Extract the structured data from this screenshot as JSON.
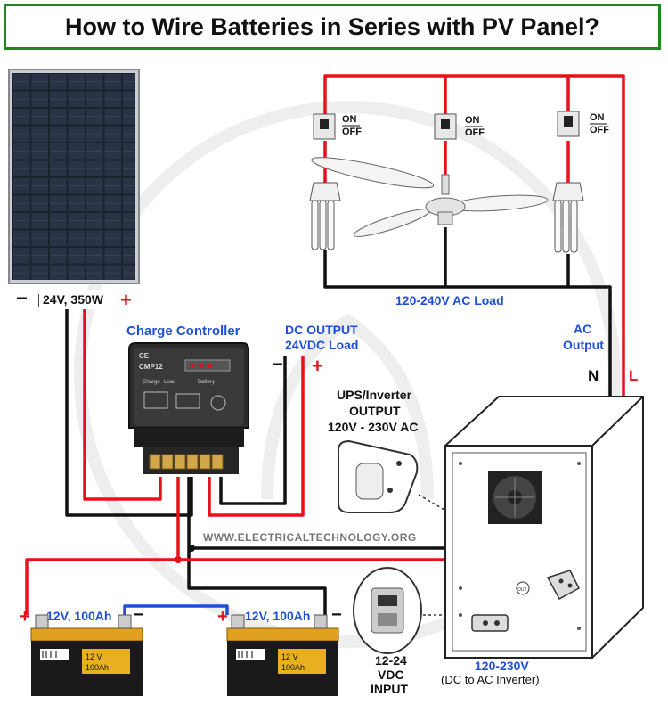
{
  "title": "How to Wire Batteries in Series with PV Panel?",
  "panel": {
    "rating": "24V, 350W",
    "minus": "−",
    "plus": "+"
  },
  "charge_controller": {
    "label": "Charge Controller",
    "model": "CMP12",
    "ce": "CE",
    "led_charge": "Charge",
    "led_load": "Load",
    "led_battery": "Battery"
  },
  "dc_output": {
    "line1": "DC OUTPUT",
    "line2": "24VDC Load",
    "minus": "−",
    "plus": "+"
  },
  "switches": [
    {
      "on": "ON",
      "off": "OFF"
    },
    {
      "on": "ON",
      "off": "OFF"
    },
    {
      "on": "ON",
      "off": "OFF"
    }
  ],
  "ac_load": "120-240V AC Load",
  "ac_output": {
    "line1": "AC",
    "line2": "Output",
    "n": "N",
    "l": "L"
  },
  "ups_output": {
    "line1": "UPS/Inverter",
    "line2": "OUTPUT",
    "line3": "120V - 230V AC"
  },
  "website": "WWW.ELECTRICALTECHNOLOGY.ORG",
  "batteries": [
    {
      "rating": "12V, 100Ah",
      "face_v": "12 V",
      "face_ah": "100Ah",
      "plus": "+",
      "minus": "−"
    },
    {
      "rating": "12V, 100Ah",
      "face_v": "12 V",
      "face_ah": "100Ah",
      "plus": "+",
      "minus": "−"
    }
  ],
  "dc_input": {
    "line1": "12-24",
    "line2": "VDC",
    "line3": "INPUT"
  },
  "inverter": {
    "line1": "120-230V",
    "line2": "(DC to AC Inverter)",
    "button": "OUT"
  },
  "colors": {
    "positive": "#e8101a",
    "negative": "#111111",
    "series_link": "#1f4fd8",
    "title_border": "#1a8a1a"
  }
}
